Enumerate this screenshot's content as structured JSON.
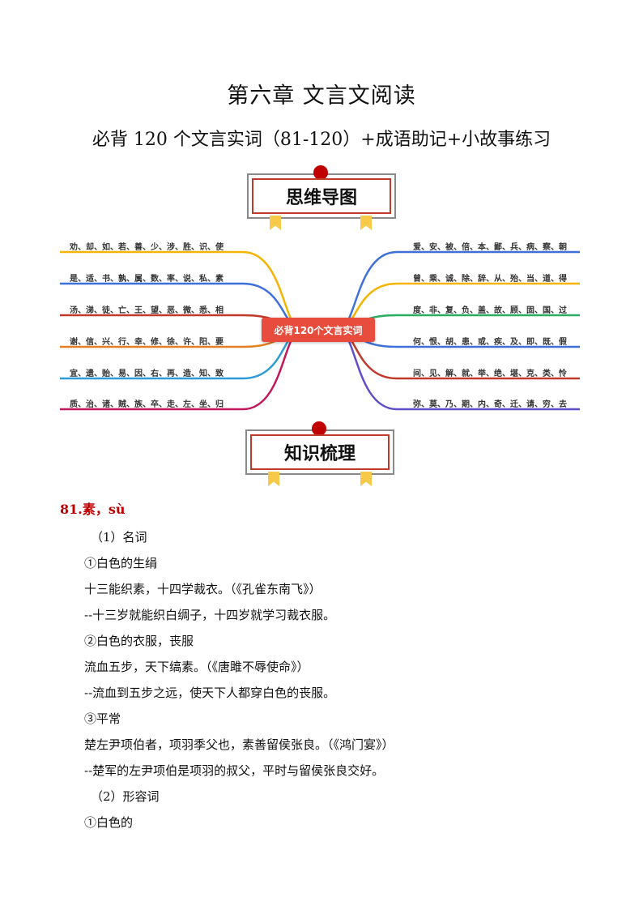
{
  "title": "第六章  文言文阅读",
  "subtitle": "必背 120 个文言实词（81-120）+成语助记+小故事练习",
  "badge1": "思维导图",
  "badge2": "知识梳理",
  "mindmap": {
    "center": "必背120个文言实词",
    "left": [
      "劝、却、如、若、善、少、涉、胜、识、使",
      "是、适、书、孰、属、数、率、说、私、素",
      "汤、涕、徒、亡、王、望、恶、微、悉、相",
      "谢、信、兴、行、幸、修、徐、许、阳、要",
      "宜、遗、贻、易、因、右、再、造、知、致",
      "质、治、诸、贼、族、卒、走、左、坐、归"
    ],
    "right": [
      "爱、安、被、倍、本、鄙、兵、病、察、朝",
      "曾、乘、诚、除、辞、从、殆、当、道、得",
      "度、非、复、负、盖、故、顾、固、国、过",
      "何、恨、胡、患、或、疾、及、即、既、假",
      "间、见、解、就、举、绝、堪、克、类、怜",
      "弥、莫、乃、期、内、奇、迁、请、穷、去"
    ],
    "colors_left": [
      "#f4b400",
      "#3f6fd8",
      "#c0392b",
      "#e67e22",
      "#2e9bd6",
      "#c2185b"
    ],
    "colors_right": [
      "#3f6fd8",
      "#f4b400",
      "#27ae60",
      "#3f6fd8",
      "#c0392b",
      "#5e4fc9"
    ]
  },
  "section": {
    "heading": "81.素，sù",
    "lines": [
      "（1）名词",
      "①白色的生绢",
      "十三能织素，十四学裁衣。（《孔雀东南飞》）",
      "--十三岁就能织白绸子，十四岁就学习裁衣服。",
      "②白色的衣服，丧服",
      "流血五步，天下缟素。（《唐雎不辱使命》）",
      "--流血到五步之远，使天下人都穿白色的丧服。",
      "③平常",
      "楚左尹项伯者，项羽季父也，素善留侯张良。（《鸿门宴》）",
      "--楚军的左尹项伯是项羽的叔父，平时与留侯张良交好。",
      "（2）形容词",
      "①白色的"
    ]
  }
}
